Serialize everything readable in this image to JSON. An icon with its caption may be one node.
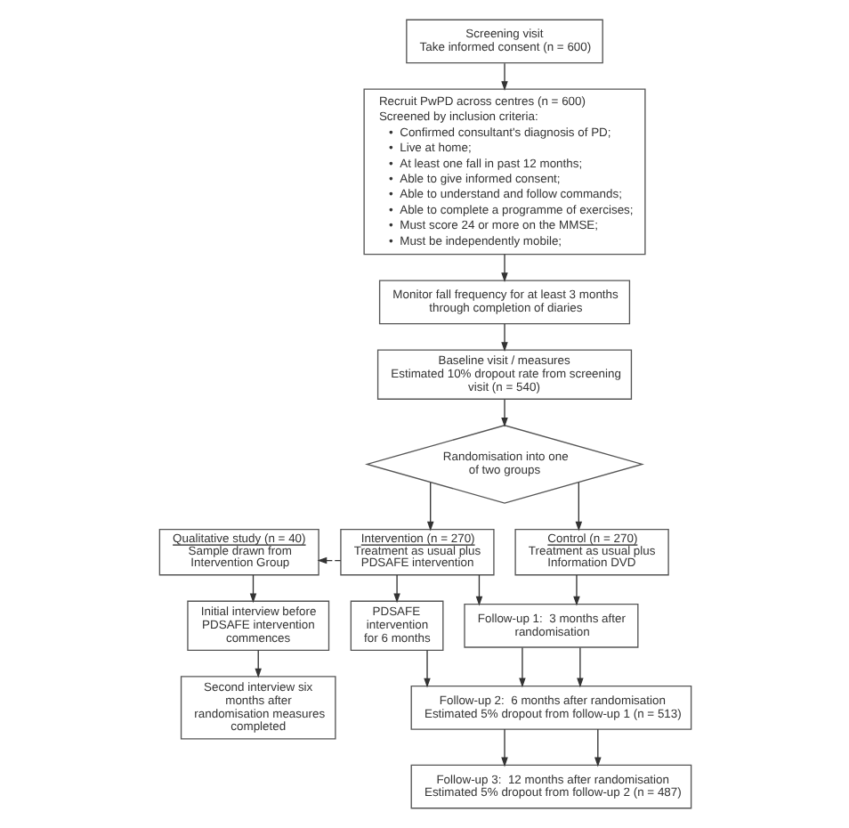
{
  "diagram": {
    "nodes": [
      {
        "text": [
          "Screening visit",
          "Take informed consent (n = 600)"
        ]
      },
      {
        "text": [
          "Recruit PwPD across centres (n = 600)",
          "Screened by inclusion criteria:",
          "•  Confirmed consultant's diagnosis of PD;",
          "•  Live at home;",
          "•  At least one fall in past 12 months;",
          "•  Able to give informed consent;",
          "•  Able to understand and follow commands;",
          "•  Able to complete a programme of exercises;",
          "•  Must score 24 or more on the MMSE;",
          "•  Must be independently mobile;"
        ]
      },
      {
        "text": [
          "Monitor fall frequency for at least 3 months through completion of diaries"
        ]
      },
      {
        "text": [
          "Baseline visit / measures",
          "Estimated 10% dropout rate from screening visit (n = 540)"
        ]
      },
      {
        "text": [
          "Randomisation into one of two groups"
        ]
      },
      {
        "text": [
          "Qualitative study (n = 40)",
          "Sample drawn from Intervention Group"
        ]
      },
      {
        "text": [
          "Intervention (n = 270)",
          "Treatment as usual plus PDSAFE intervention"
        ]
      },
      {
        "text": [
          "Control (n = 270)",
          "Treatment as usual plus Information DVD"
        ]
      },
      {
        "text": [
          "Initial interview before PDSAFE intervention commences"
        ]
      },
      {
        "text": [
          "PDSAFE intervention for 6 months"
        ]
      },
      {
        "text": [
          "Follow-up 1:  3 months after randomisation"
        ]
      },
      {
        "text": [
          "Second interview six months after randomisation measures completed"
        ]
      },
      {
        "text": [
          "Follow-up 2:  6 months after randomisation Estimated 5% dropout from follow-up 1 (n = 513)"
        ]
      },
      {
        "text": [
          "Follow-up 3:  12 months after randomisation",
          "Estimated 5% dropout from follow-up 2 (n = 487)"
        ]
      }
    ],
    "edges": [
      {
        "from": 0,
        "to": 1,
        "arrow": "to"
      },
      {
        "from": 1,
        "to": 2,
        "arrow": "to"
      },
      {
        "from": 2,
        "to": 3,
        "arrow": "to"
      },
      {
        "from": 3,
        "to": 4,
        "arrow": "to"
      },
      {
        "from": 4,
        "to": 6,
        "arrow": "to"
      },
      {
        "from": 4,
        "to": 7,
        "arrow": "to"
      },
      {
        "from": 6,
        "to": 5,
        "arrow": "to",
        "style": "dashed"
      },
      {
        "from": 5,
        "to": 8,
        "arrow": "to"
      },
      {
        "from": 8,
        "to": 11,
        "arrow": "to"
      },
      {
        "from": 6,
        "to": 9,
        "arrow": "to"
      },
      {
        "from": 6,
        "to": 10,
        "arrow": "to"
      },
      {
        "from": 7,
        "to": 10,
        "arrow": "to"
      },
      {
        "from": 9,
        "to": 12,
        "arrow": "to"
      },
      {
        "from": 10,
        "to": 12,
        "arrow": "to"
      },
      {
        "from": 10,
        "to": 12,
        "arrow": "to"
      },
      {
        "from": 12,
        "to": 13,
        "arrow": "to"
      },
      {
        "from": 12,
        "to": 13,
        "arrow": "to"
      }
    ]
  }
}
